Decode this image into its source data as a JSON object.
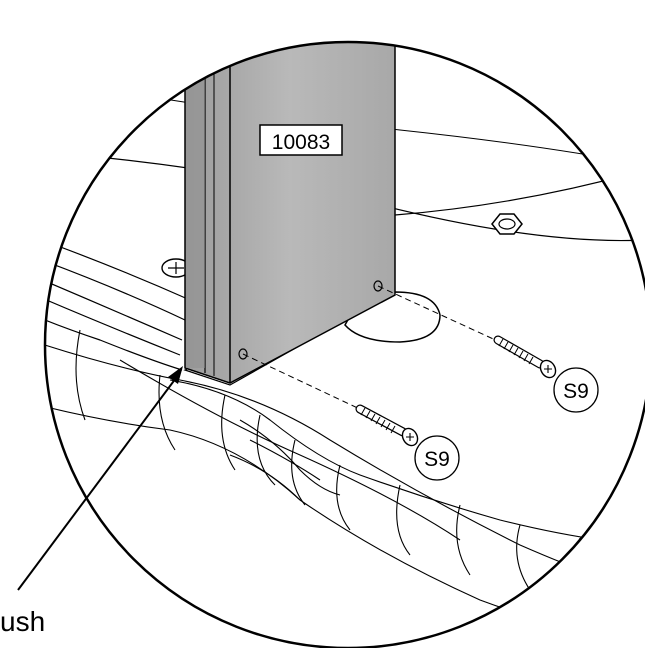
{
  "part_label": "10083",
  "screw_callouts": [
    "S9",
    "S9"
  ],
  "note_text": "ush"
}
